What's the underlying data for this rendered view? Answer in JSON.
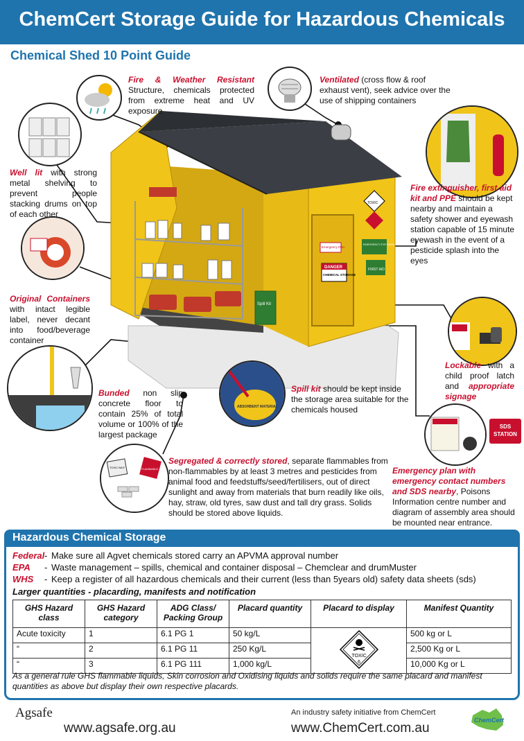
{
  "header": {
    "title": "ChemCert Storage Guide for Hazardous Chemicals"
  },
  "subtitle": "Chemical Shed 10 Point Guide",
  "points": {
    "fire_weather": {
      "hl": "Fire & Weather Resistant",
      "text": " Structure, chemicals protected from extreme heat and UV exposure"
    },
    "ventilated": {
      "hl": "Ventilated",
      "text": " (cross flow & roof exhaust vent), seek advice over the use of shipping containers"
    },
    "well_lit": {
      "hl": "Well lit",
      "text": " with strong metal shelving to prevent people stacking drums on top of each other"
    },
    "extinguisher": {
      "hl": "Fire extinguisher, first aid kit and PPE",
      "text": " should be kept nearby and maintain a safety shower and eyewash station capable of 15 minute eyewash in the event of a pesticide splash into the eyes"
    },
    "original": {
      "hl": "Original Containers",
      "text": " with intact legible label, never decant into food/beverage container"
    },
    "lockable": {
      "hl": "Lockable",
      "text": " with a child proof latch and ",
      "hl2": "appropriate signage"
    },
    "bunded": {
      "hl": "Bunded",
      "text": " non slip concrete floor to contain 25% of total volume or 100% of the largest package"
    },
    "spill": {
      "hl": "Spill kit",
      "text": " should be kept inside the storage area suitable for the chemicals housed"
    },
    "emergency": {
      "hl": "Emergency plan with emergency contact numbers and SDS nearby",
      "text": ", Poisons Information centre number and diagram of assembly area should be mounted near entrance."
    },
    "segregated": {
      "hl": "Segregated & correctly stored",
      "text": ", separate flammables from non-flammables by at least 3 metres and pesticides from animal food and feedstuffs/seed/fertilisers, out of direct sunlight and away from materials that burn readily like oils, hay, straw, old tyres, saw dust and tall dry grass. Solids should be stored above liquids."
    }
  },
  "scene_labels": {
    "danger": "DANGER",
    "chemical_storage": "CHEMICAL STORAGE",
    "emergency_plan": "Emergency Plan",
    "eyewash": "EMERGENCY EYE WASH STATION",
    "first_aid": "FIRST AID",
    "toxic": "TOXIC",
    "spill_kit": "Spill Kit",
    "absorbent": "ABSORBENT MATERIAL",
    "sds_station": "SDS STATION",
    "toxic_bait": "TOXIC BAIT",
    "flammable": "FLAMMABLE"
  },
  "storage": {
    "title": "Hazardous Chemical Storage",
    "regs": [
      {
        "key": "Federal",
        "text": "Make sure all Agvet chemicals stored carry an APVMA approval number"
      },
      {
        "key": "EPA",
        "text": "Waste management – spills, chemical and container disposal – Chemclear and drumMuster"
      },
      {
        "key": "WHS",
        "text": "Keep a register of all hazardous chemicals and their current (less than 5years old) safety data sheets (sds)"
      }
    ],
    "larger": "Larger quantities - placarding, manifests and notification",
    "table": {
      "headers": [
        "GHS Hazard class",
        "GHS Hazard category",
        "ADG Class/ Packing Group",
        "Placard quantity",
        "Placard to display",
        "Manifest Quantity"
      ],
      "rows": [
        [
          "Acute toxicity",
          "1",
          "6.1 PG 1",
          "50 kg/L",
          "500 kg or L"
        ],
        [
          "“",
          "2",
          "6.1 PG 11",
          "250 Kg/L",
          "2,500 Kg or L"
        ],
        [
          "“",
          "3",
          "6.1 PG 111",
          "1,000 kg/L",
          "10,000 Kg or L"
        ]
      ],
      "placard_text": "TOXIC",
      "placard_number": "6"
    },
    "note": "As a general rule GHS flammable liquids, Skin corrosion and Oxidising liquids and solids require the same placard and manifest quantities as above but display their own respective placards."
  },
  "footer": {
    "agsafe_logo": "Agsafe",
    "agsafe_url": "www.agsafe.org.au",
    "initiative": "An industry safety initiative from ChemCert",
    "chemcert_url": "www.ChemCert.com.au",
    "chemcert_logo": "ChemCert"
  },
  "colors": {
    "brand_blue": "#1f74ad",
    "highlight_red": "#c8102e",
    "shed_yellow": "#f0c419",
    "roof": "#3b3f45"
  }
}
